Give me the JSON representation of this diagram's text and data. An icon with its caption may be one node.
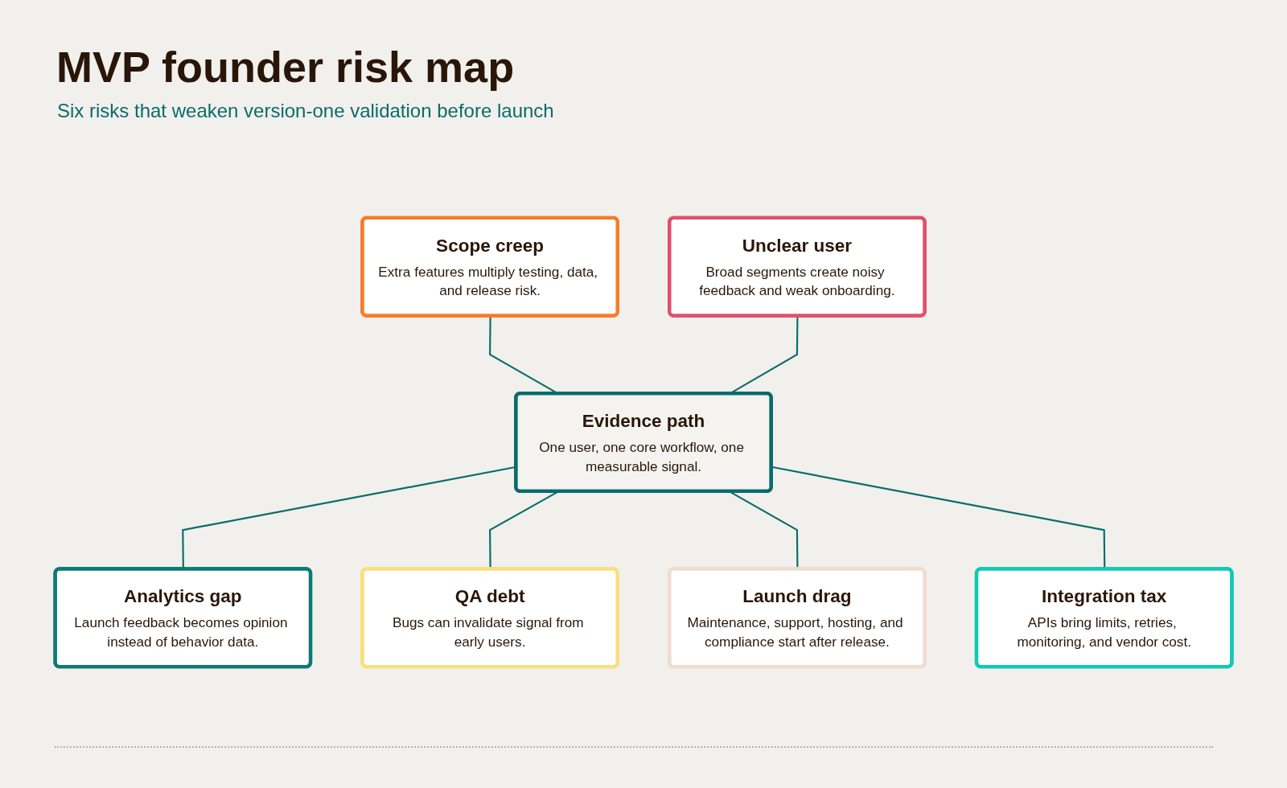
{
  "diagram": {
    "title": "MVP founder risk map",
    "caption": "Six risks that weaken version-one validation before launch",
    "nodes": [
      {
        "text": [
          "Scope creep",
          "Extra features multiply testing, data, and release risk."
        ]
      },
      {
        "text": [
          "Unclear user",
          "Broad segments create noisy feedback and weak onboarding."
        ]
      },
      {
        "text": [
          "Evidence path",
          "One user, one core workflow, one measurable signal."
        ]
      },
      {
        "text": [
          "Analytics gap",
          "Launch feedback becomes opinion instead of behavior data."
        ]
      },
      {
        "text": [
          "QA debt",
          "Bugs can invalidate signal from early users."
        ]
      },
      {
        "text": [
          "Launch drag",
          "Maintenance, support, hosting, and compliance start after release."
        ]
      },
      {
        "text": [
          "Integration tax",
          "APIs bring limits, retries, monitoring, and vendor cost."
        ]
      }
    ],
    "edges": [
      {
        "from": 0,
        "to": 2,
        "arrow": "none"
      },
      {
        "from": 1,
        "to": 2,
        "arrow": "none"
      },
      {
        "from": 2,
        "to": 3,
        "arrow": "none"
      },
      {
        "from": 2,
        "to": 4,
        "arrow": "none"
      },
      {
        "from": 2,
        "to": 5,
        "arrow": "none"
      },
      {
        "from": 2,
        "to": 6,
        "arrow": "none"
      }
    ]
  }
}
